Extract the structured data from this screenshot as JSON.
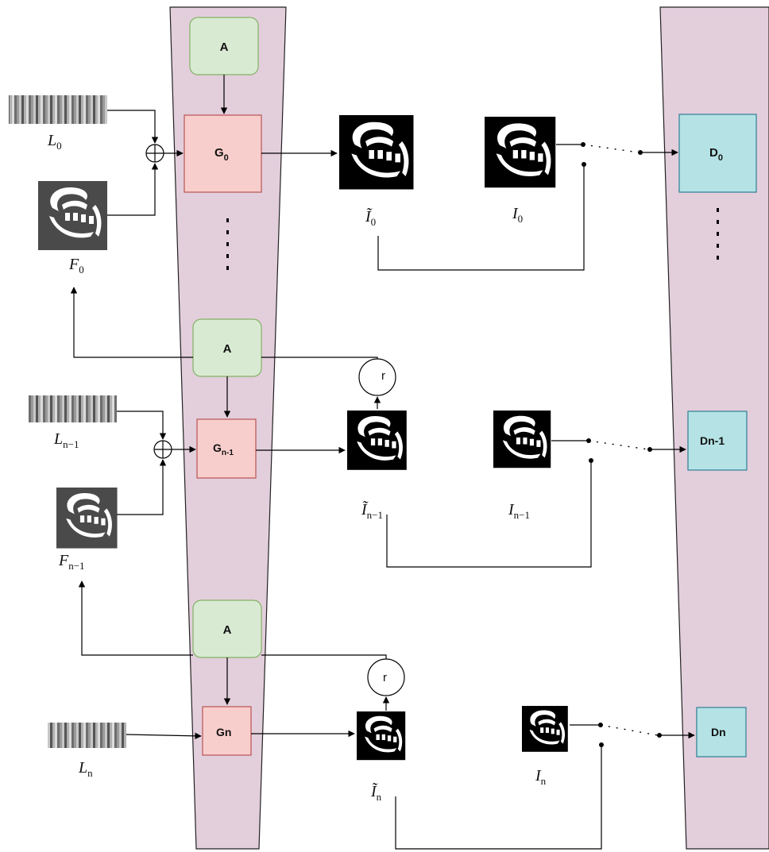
{
  "colors": {
    "trapezoid_fill": "#e3cedc",
    "trapezoid_stroke": "#222222",
    "a_fill": "#d9ead3",
    "a_stroke": "#82b366",
    "g_fill": "#f8cecc",
    "g_stroke": "#b85450",
    "d_fill": "#b5e3e5",
    "d_stroke": "#2e7f94",
    "line": "#000000",
    "mask_dark": "#000000",
    "feature_dark": "#4a4a4a"
  },
  "attention_label": "A",
  "relevance_label": "r",
  "generators": [
    {
      "main": "G",
      "sub": "0"
    },
    {
      "main": "G",
      "sub": "n-1"
    },
    {
      "main": "G",
      "sub": "n"
    }
  ],
  "discriminators": [
    {
      "main": "D",
      "sub": "0"
    },
    {
      "main": "D",
      "sub": "n-1"
    },
    {
      "main": "D",
      "sub": "n"
    }
  ],
  "labels": {
    "L": [
      {
        "main": "L",
        "sub": "0"
      },
      {
        "main": "L",
        "sub": "n−1"
      },
      {
        "main": "L",
        "sub": "n"
      }
    ],
    "F": [
      {
        "main": "F",
        "sub": "0"
      },
      {
        "main": "F",
        "sub": "n−1"
      }
    ],
    "I_tilde": [
      {
        "main": "Ĩ",
        "sub": "0"
      },
      {
        "main": "Ĩ",
        "sub": "n−1"
      },
      {
        "main": "Ĩ",
        "sub": "n"
      }
    ],
    "I": [
      {
        "main": "I",
        "sub": "0"
      },
      {
        "main": "I",
        "sub": "n−1"
      },
      {
        "main": "I",
        "sub": "n"
      }
    ]
  },
  "icons": {
    "noise_strip": "noise-vector-icon",
    "feature_map": "feature-map-icon",
    "generated_mask": "generated-mask-icon",
    "real_mask": "real-mask-icon",
    "concat": "concat-circle-plus-icon"
  }
}
